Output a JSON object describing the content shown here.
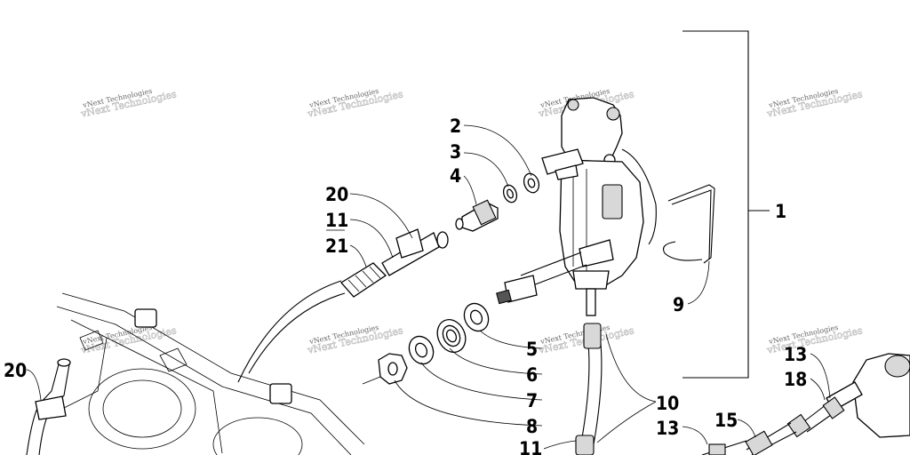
{
  "diagram": {
    "callouts": [
      "1",
      "2",
      "3",
      "4",
      "5",
      "6",
      "7",
      "8",
      "9",
      "10",
      "11",
      "11",
      "13",
      "13",
      "15",
      "18",
      "20",
      "20",
      "21"
    ],
    "watermark": "vNext Technologies"
  }
}
